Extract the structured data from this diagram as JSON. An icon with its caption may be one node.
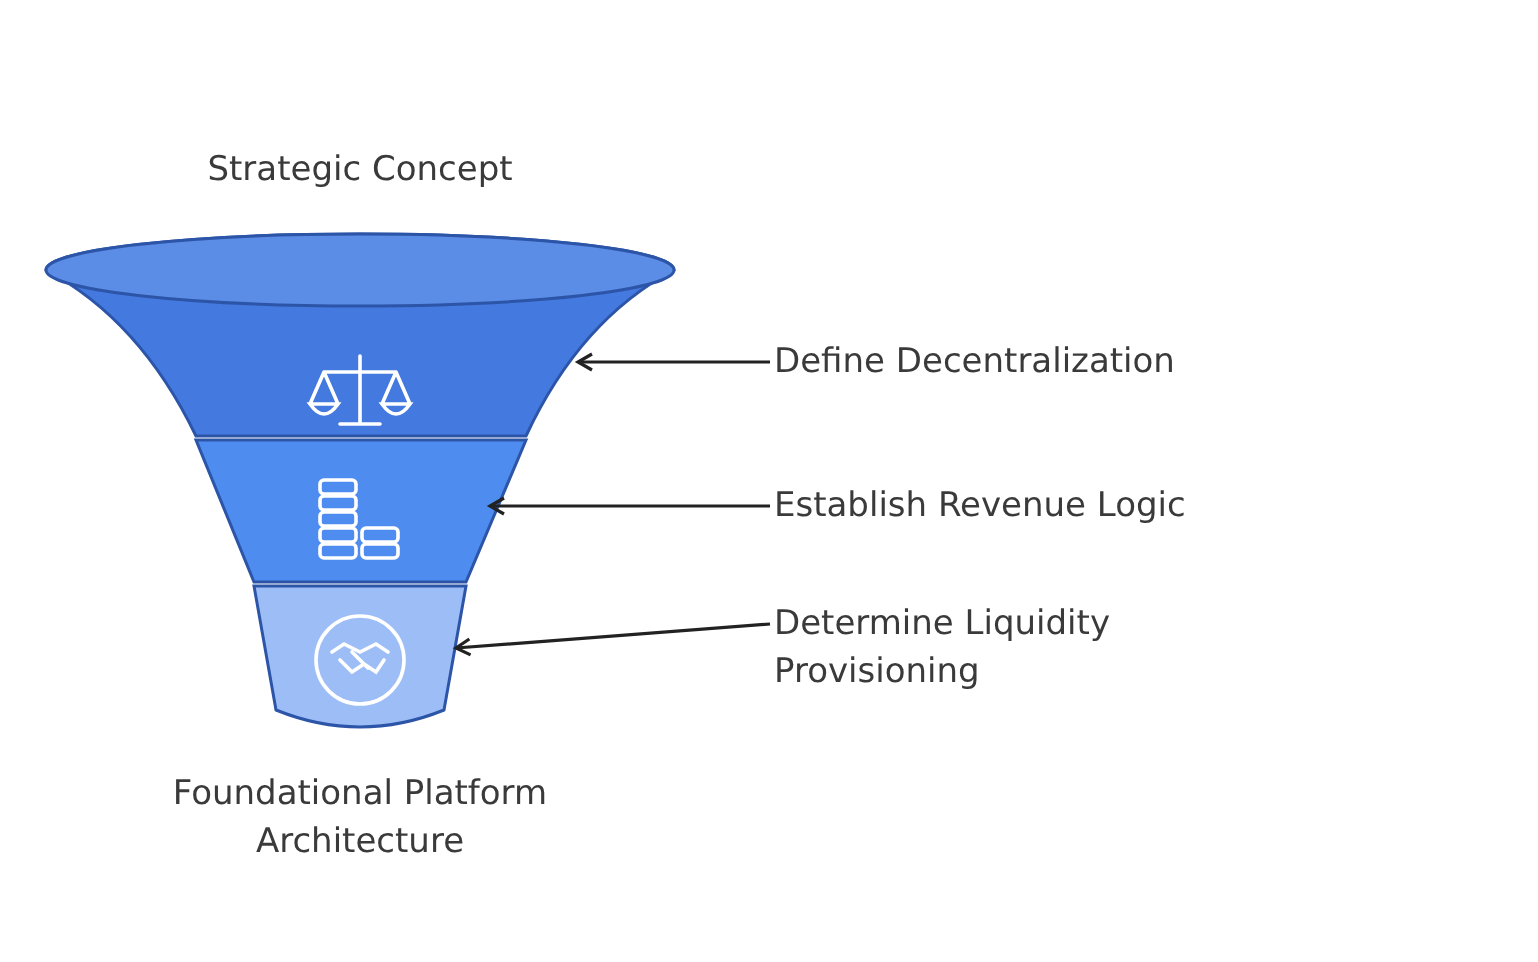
{
  "diagram": {
    "nodes": [
      {
        "text": [],
        "shape": "band"
      },
      {
        "text": [],
        "shape": "band"
      },
      {
        "text": [],
        "shape": "band"
      },
      {
        "text": [
          "Define Decentralization"
        ]
      },
      {
        "text": [
          "Establish Revenue Logic"
        ]
      },
      {
        "text": [
          "Determine Liquidity Provisioning"
        ]
      }
    ],
    "edges": [
      {
        "from": 3,
        "to": 0,
        "arrow": "to"
      },
      {
        "from": 4,
        "to": 1,
        "arrow": "to"
      },
      {
        "from": 5,
        "to": 2,
        "arrow": "to"
      }
    ],
    "labels": [
      "Strategic Concept",
      "Foundational Platform Architecture"
    ]
  }
}
